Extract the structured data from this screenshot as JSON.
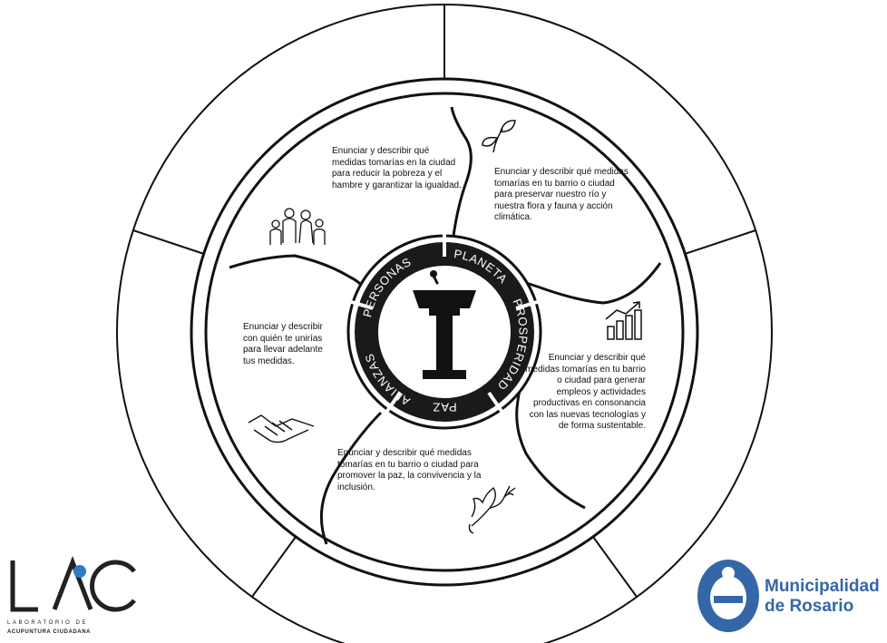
{
  "center": {
    "ring_labels": [
      "PERSONAS",
      "PLANETA",
      "PROSPERIDAD",
      "PAZ",
      "ALIANZAS"
    ],
    "icon": "podium-microphone-icon"
  },
  "segments": [
    {
      "id": "personas",
      "icon": "family-icon",
      "text": "Enunciar y describir qué medidas tomarías en la ciudad para reducir la pobreza y el hambre y garantizar la igualdad."
    },
    {
      "id": "planeta",
      "icon": "sprout-icon",
      "text": "Enunciar y describir qué medidas tomarías en tu barrio o ciudad para preservar nuestro río y nuestra flora y fauna y acción climática."
    },
    {
      "id": "prosperidad",
      "icon": "growth-chart-icon",
      "text": "Enunciar y describir qué medidas tomarías en tu barrio o ciudad para generar empleos y actividades productivas en consonancia con las nuevas tecnologías y de forma sustentable."
    },
    {
      "id": "paz",
      "icon": "dove-icon",
      "text": "Enunciar y describir qué medidas tomarías en tu barrio o ciudad para promover la paz, la convivencia y la inclusión."
    },
    {
      "id": "alianzas",
      "icon": "handshake-icon",
      "text": "Enunciar y describir con quién te unirías para llevar adelante tus medidas."
    }
  ],
  "logos": {
    "lac": {
      "mark": "LAC",
      "subtitle_line1": "LABORATORIO DE",
      "subtitle_line2": "ACUPUNTURA CIUDADANA"
    },
    "rosario": {
      "line1": "Municipalidad",
      "line2": "de Rosario",
      "color": "#3567a8"
    }
  }
}
